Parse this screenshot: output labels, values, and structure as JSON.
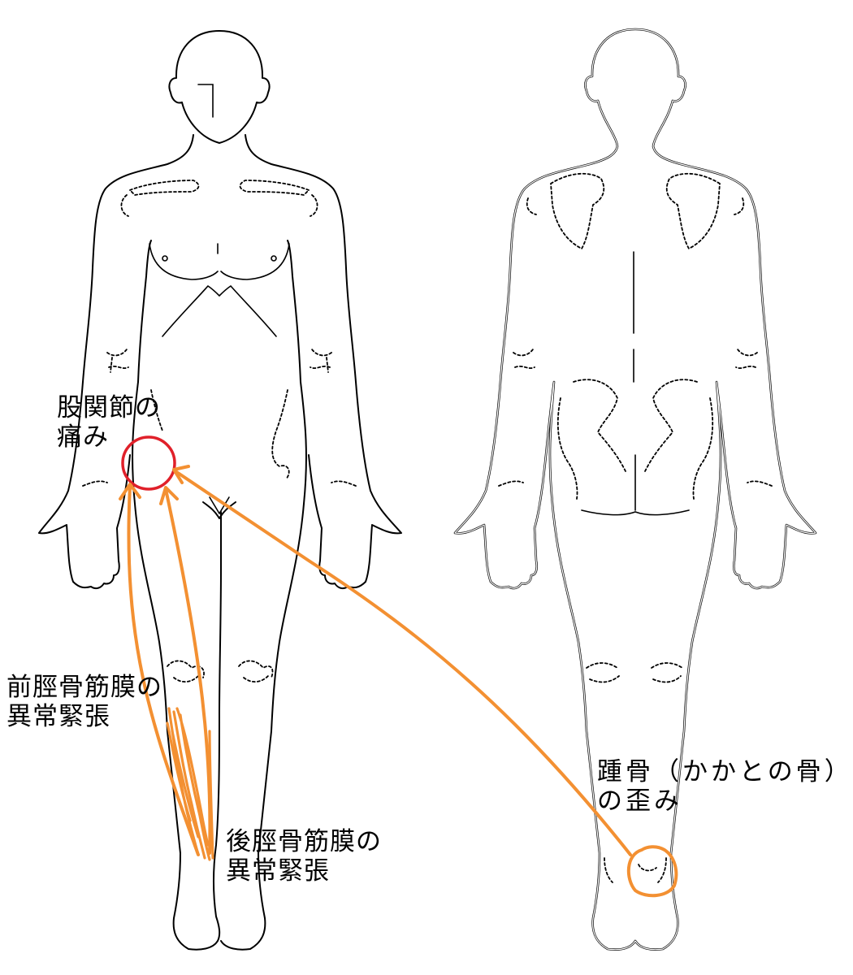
{
  "annotations": {
    "hip_pain": {
      "line1": "股関節の",
      "line2": "痛み"
    },
    "anterior_tibial": {
      "line1": "前脛骨筋膜の",
      "line2": "異常緊張"
    },
    "posterior_tibial": {
      "line1": "後脛骨筋膜の",
      "line2": "異常緊張"
    },
    "calcaneus": {
      "line1": "踵骨（かかとの骨）",
      "line2": "の歪み"
    }
  },
  "colors": {
    "body_outline": "#000000",
    "arrows": "#f39032",
    "pain_circle": "#e0202a",
    "background": "#ffffff"
  }
}
